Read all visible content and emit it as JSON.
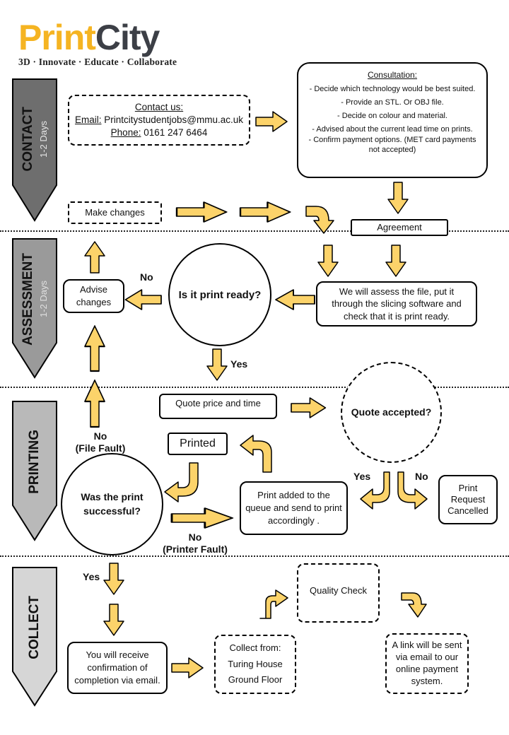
{
  "logo": {
    "word_print": "Print",
    "word_city": "City",
    "tagline": "3D · Innovate · Educate · Collaborate",
    "colors": {
      "print": "#f5b422",
      "city": "#3c3f46"
    }
  },
  "stages": [
    {
      "name": "CONTACT",
      "duration": "1-2 Days",
      "color": "#6e6e6e"
    },
    {
      "name": "ASSESSMENT",
      "duration": "1-2 Days",
      "color": "#9a9a9a"
    },
    {
      "name": "PRINTING",
      "duration": "",
      "color": "#b9b9b9"
    },
    {
      "name": "COLLECT",
      "duration": "",
      "color": "#d6d6d6"
    }
  ],
  "contact": {
    "title": "Contact us:",
    "email_label": "Email:",
    "email": "Printcitystudentjobs@mmu.ac.uk",
    "phone_label": "Phone:",
    "phone": "0161 247 6464"
  },
  "consultation": {
    "title": "Consultation:",
    "items": [
      "- Decide which technology would be best suited.",
      "- Provide an STL. Or OBJ file.",
      "- Decide on colour and material.",
      "- Advised about the current lead time on prints.",
      "- Confirm payment options. (MET card payments not accepted)"
    ]
  },
  "make_changes": "Make changes",
  "agreement": "Agreement",
  "assess_file": "We will assess the file, put it through the slicing software and check that it is print ready.",
  "is_print_ready": "Is it print ready?",
  "advise_changes": "Advise changes",
  "label_no": "No",
  "label_yes": "Yes",
  "quote": "Quote price and time",
  "quote_accepted": "Quote accepted?",
  "printed": "Printed",
  "print_added": "Print added to the queue and send to print accordingly .",
  "print_cancelled": "Print Request Cancelled",
  "was_successful": "Was the print successful?",
  "file_fault": "(File Fault)",
  "printer_fault": "(Printer Fault)",
  "confirmation": "You will receive confirmation of completion via email.",
  "collect_from": {
    "line1": "Collect from:",
    "line2": "Turing House",
    "line3": "Ground Floor"
  },
  "quality_check": "Quality Check",
  "payment_link": "A link will be sent via email to our online payment system.",
  "arrow_color": "#fcd36a"
}
